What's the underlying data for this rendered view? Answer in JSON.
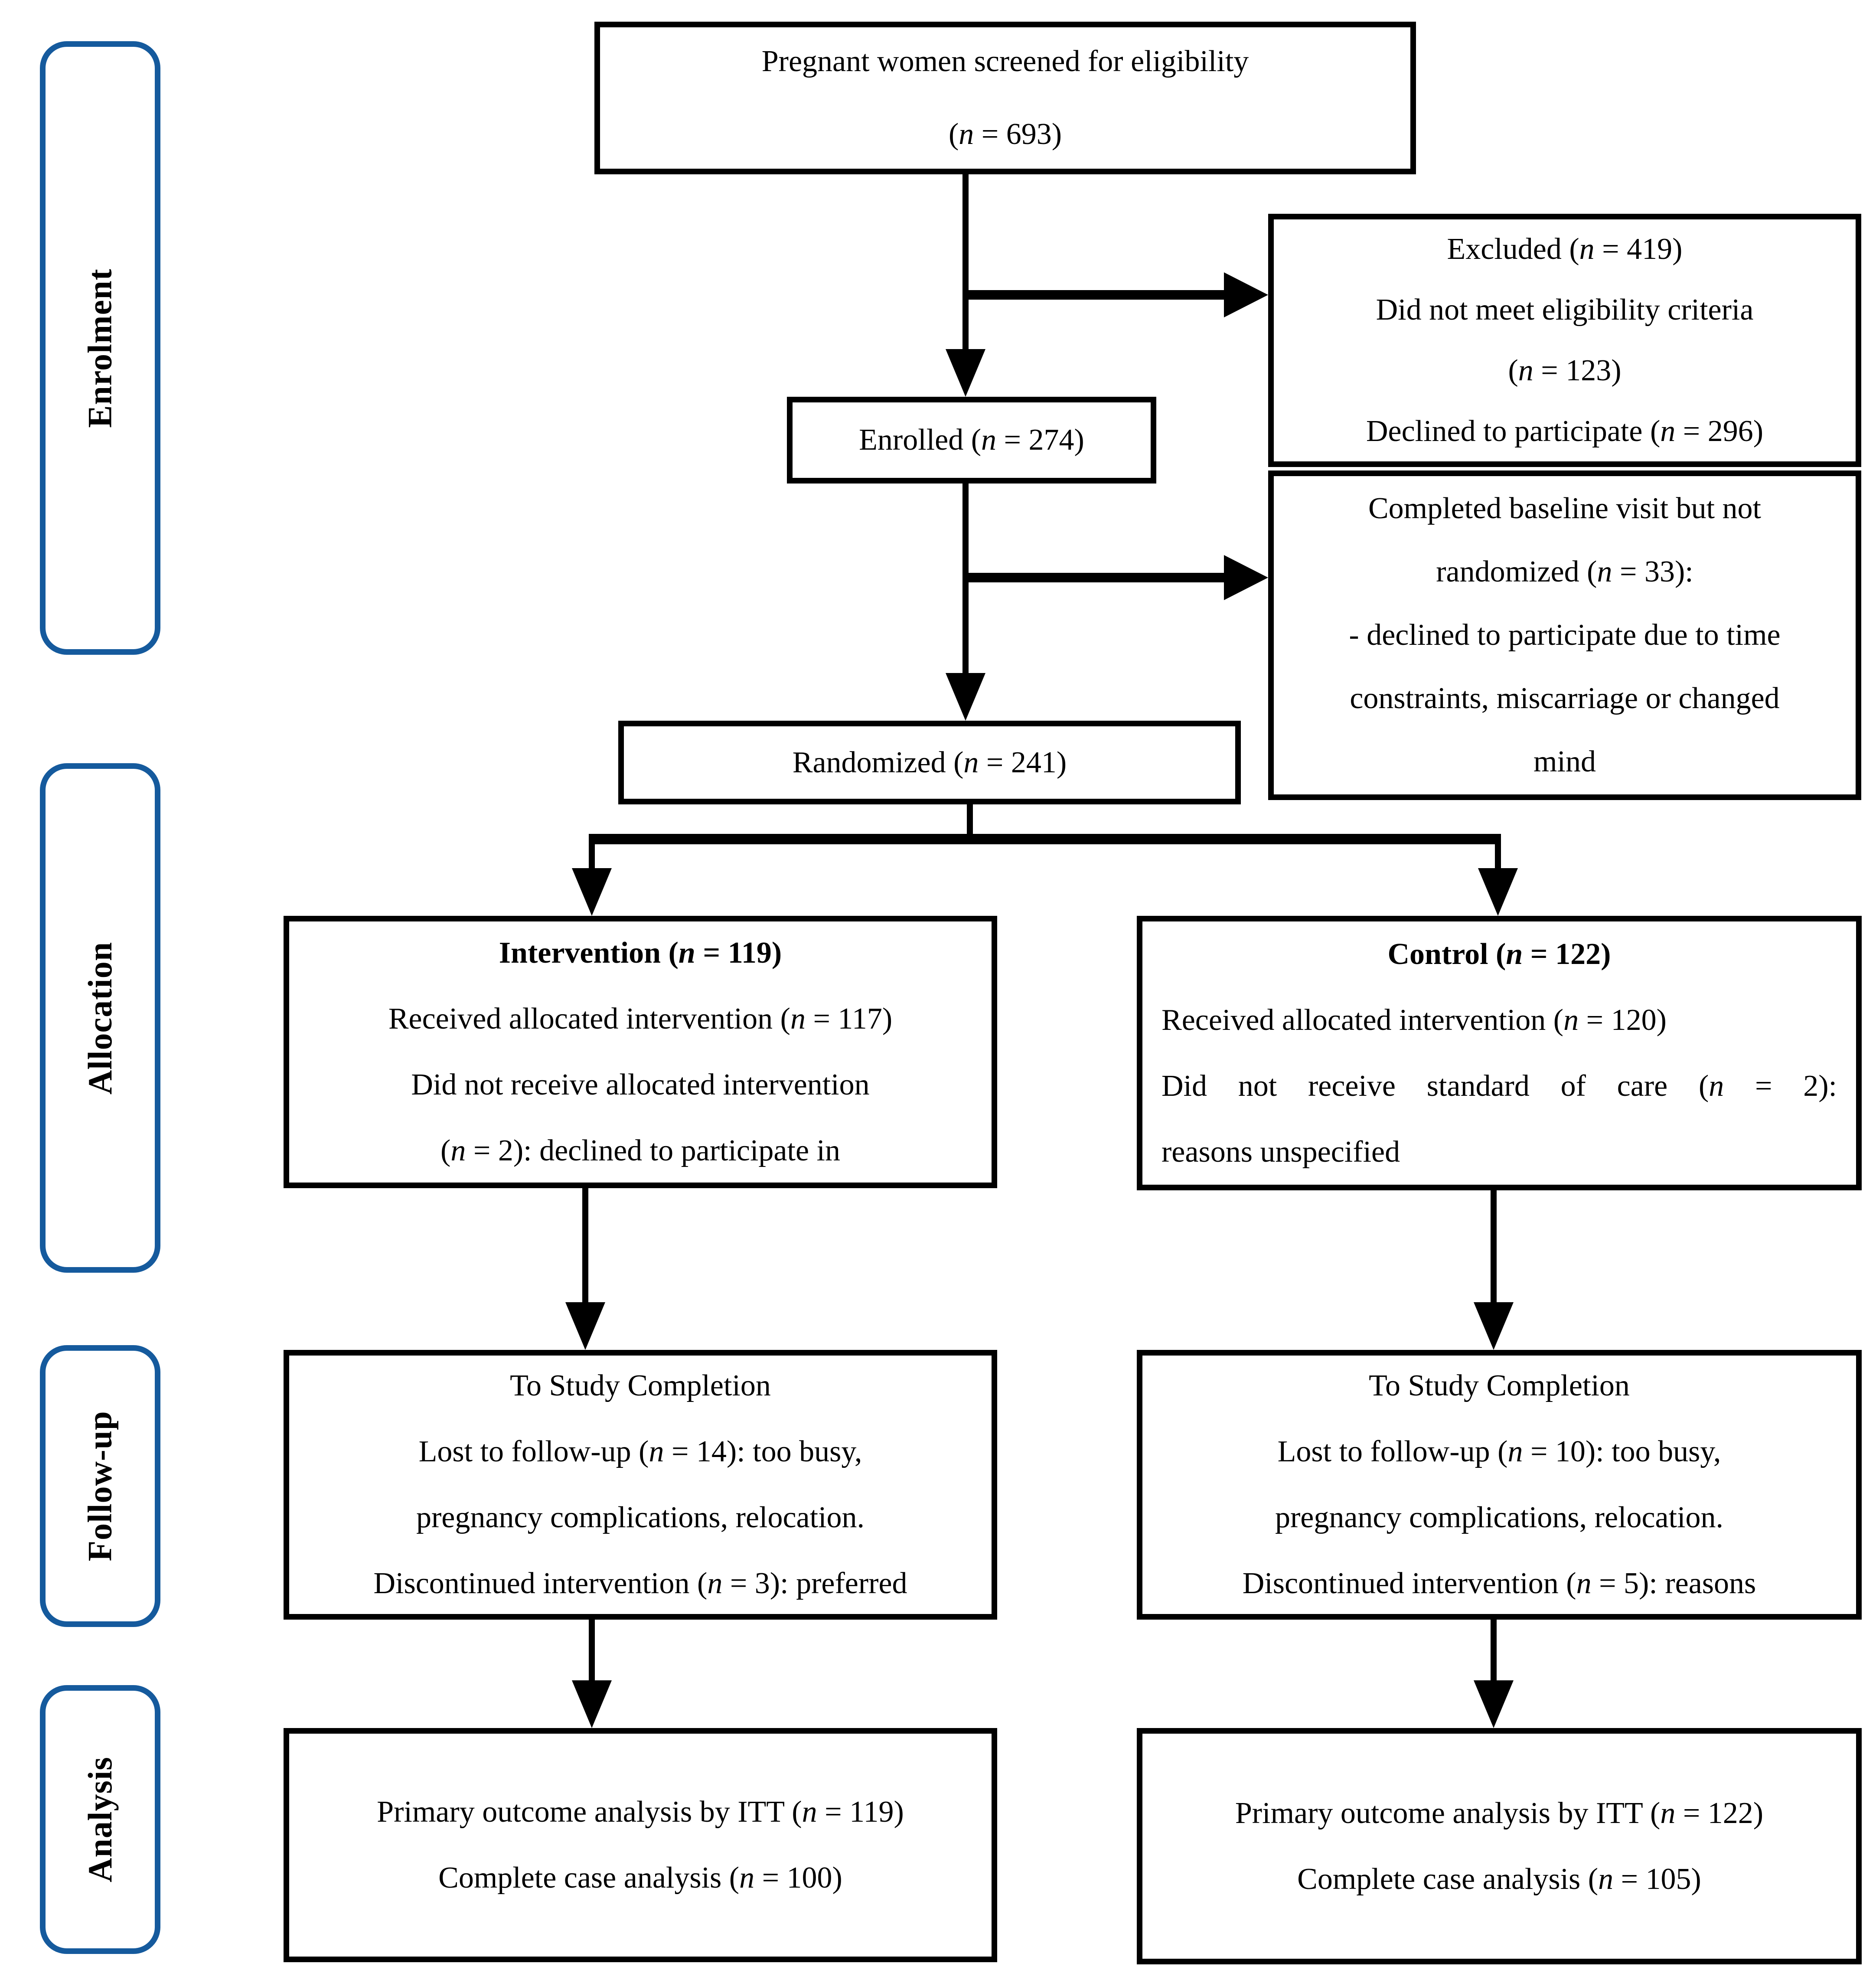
{
  "diagram": {
    "type": "consort-flow",
    "colors": {
      "stage_border": "#155A9D",
      "box_border": "#000000",
      "text": "#000000",
      "arrow": "#000000",
      "background": "#ffffff"
    }
  },
  "stages": [
    {
      "label": "Enrolment"
    },
    {
      "label": "Allocation"
    },
    {
      "label": "Follow-up"
    },
    {
      "label": "Analysis"
    }
  ],
  "boxes": {
    "screened": {
      "lines": [
        "Pregnant women screened for eligibility",
        "(n = 693)"
      ]
    },
    "excluded": {
      "lines": [
        "Excluded (n = 419)",
        "Did not meet eligibility criteria",
        "(n = 123)",
        "Declined to participate (n = 296)"
      ]
    },
    "enrolled": {
      "lines": [
        "Enrolled (n = 274)"
      ]
    },
    "baseline": {
      "lines": [
        "Completed baseline visit but not",
        "randomized (n = 33):",
        "- declined to participate due to time",
        "constraints, miscarriage or changed",
        "mind"
      ]
    },
    "randomized": {
      "lines": [
        "Randomized (n = 241)"
      ]
    },
    "intervention": {
      "title": "Intervention (n = 119)",
      "lines": [
        "Received allocated intervention (n = 117)",
        "Did not receive allocated intervention",
        "(n = 2): declined to participate in"
      ]
    },
    "control": {
      "title": "Control (n = 122)",
      "lines": [
        "Received allocated intervention (n = 120)",
        "Did not receive standard of care (n = 2):",
        "reasons unspecified"
      ]
    },
    "followup_intervention": {
      "lines": [
        "To Study Completion",
        "Lost to follow-up (n = 14): too busy,",
        "pregnancy complications, relocation.",
        "Discontinued intervention (n = 3): preferred"
      ]
    },
    "followup_control": {
      "lines": [
        "To Study Completion",
        "Lost to follow-up (n = 10): too busy,",
        "pregnancy complications, relocation.",
        "Discontinued intervention (n = 5): reasons"
      ]
    },
    "analysis_intervention": {
      "lines": [
        "Primary outcome analysis by ITT (n = 119)",
        "Complete case analysis (n = 100)"
      ]
    },
    "analysis_control": {
      "lines": [
        "Primary outcome analysis by ITT (n = 122)",
        "Complete case analysis (n = 105)"
      ]
    }
  }
}
